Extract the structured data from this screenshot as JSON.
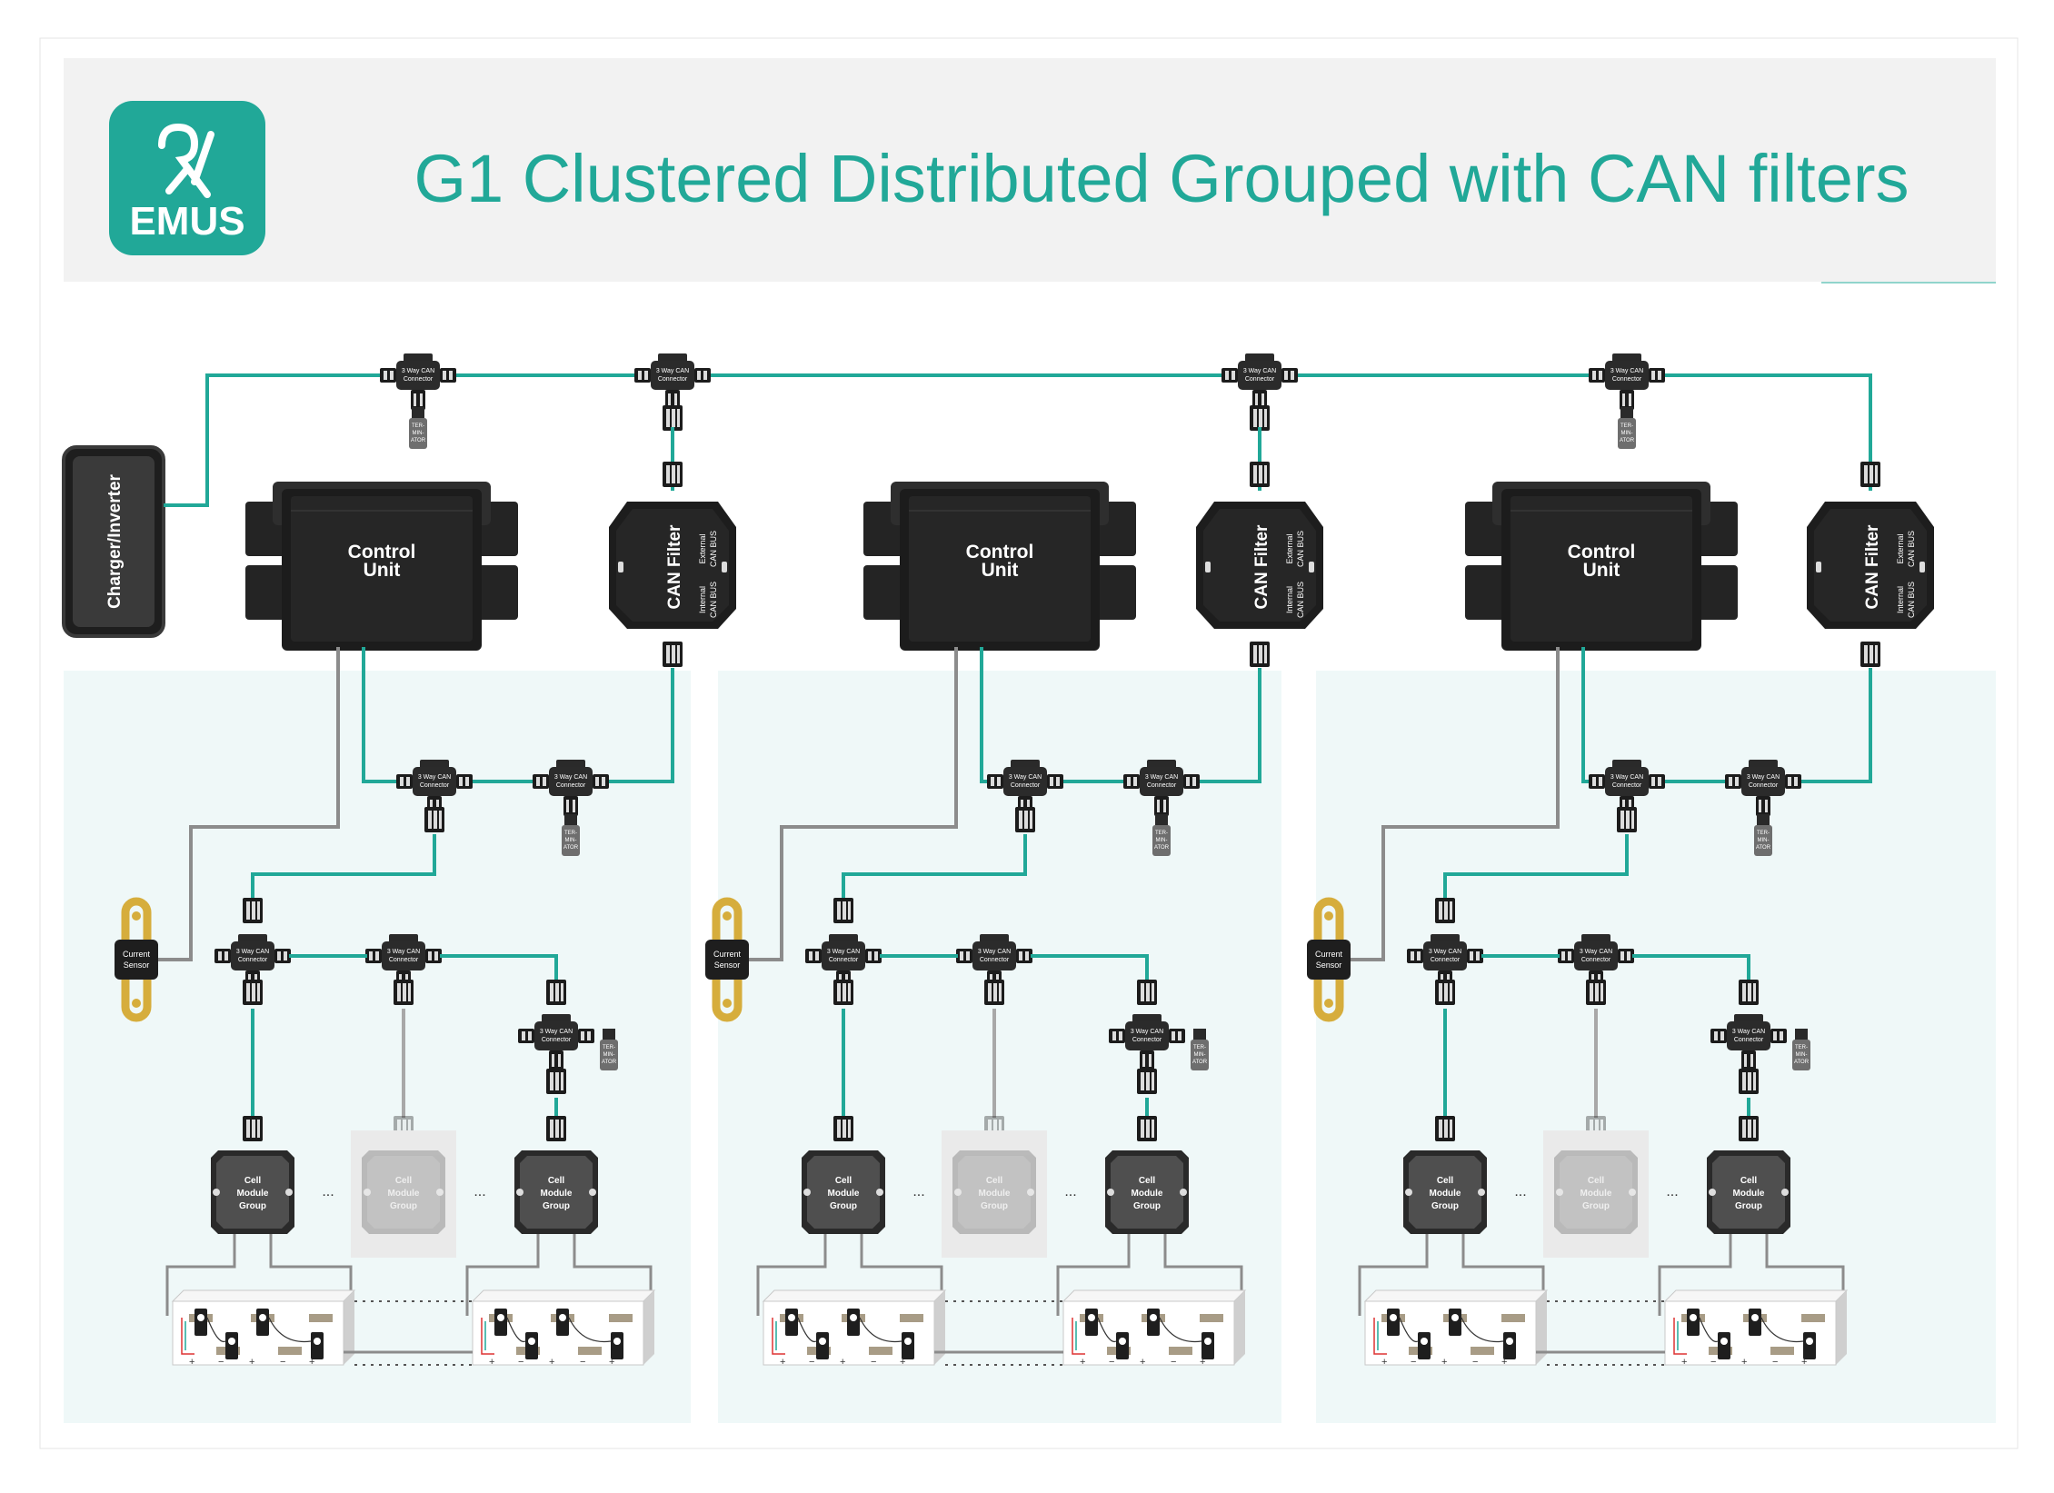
{
  "brand": {
    "logo_text": "EMUS"
  },
  "header": {
    "title": "G1 Clustered Distributed Grouped with CAN filters"
  },
  "labels": {
    "charger_inverter": "Charger/Inverter",
    "control_unit_1": "Control",
    "control_unit_2": "Unit",
    "can_filter": "CAN Filter",
    "external_can_1": "External",
    "external_can_2": "CAN BUS",
    "internal_can_1": "Internal",
    "internal_can_2": "CAN BUS",
    "three_way_1": "3 Way CAN",
    "three_way_2": "Connector",
    "terminator_1": "TER-",
    "terminator_2": "MIN-",
    "terminator_3": "ATOR",
    "current_sensor_1": "Current",
    "current_sensor_2": "Sensor",
    "cmg_1": "Cell",
    "cmg_2": "Module",
    "cmg_3": "Group",
    "ellipsis": "...",
    "plus": "+",
    "minus": "−"
  },
  "colors": {
    "accent": "#21a898",
    "header_bg": "#f2f2f2",
    "cluster_bg": "#eff8f8",
    "device_dark": "#1e1e1e",
    "wire_gray": "#8c8c8c",
    "sensor_gold": "#d6ad3c"
  },
  "clusters": [
    {
      "id": "cluster-1"
    },
    {
      "id": "cluster-2"
    },
    {
      "id": "cluster-3"
    }
  ]
}
